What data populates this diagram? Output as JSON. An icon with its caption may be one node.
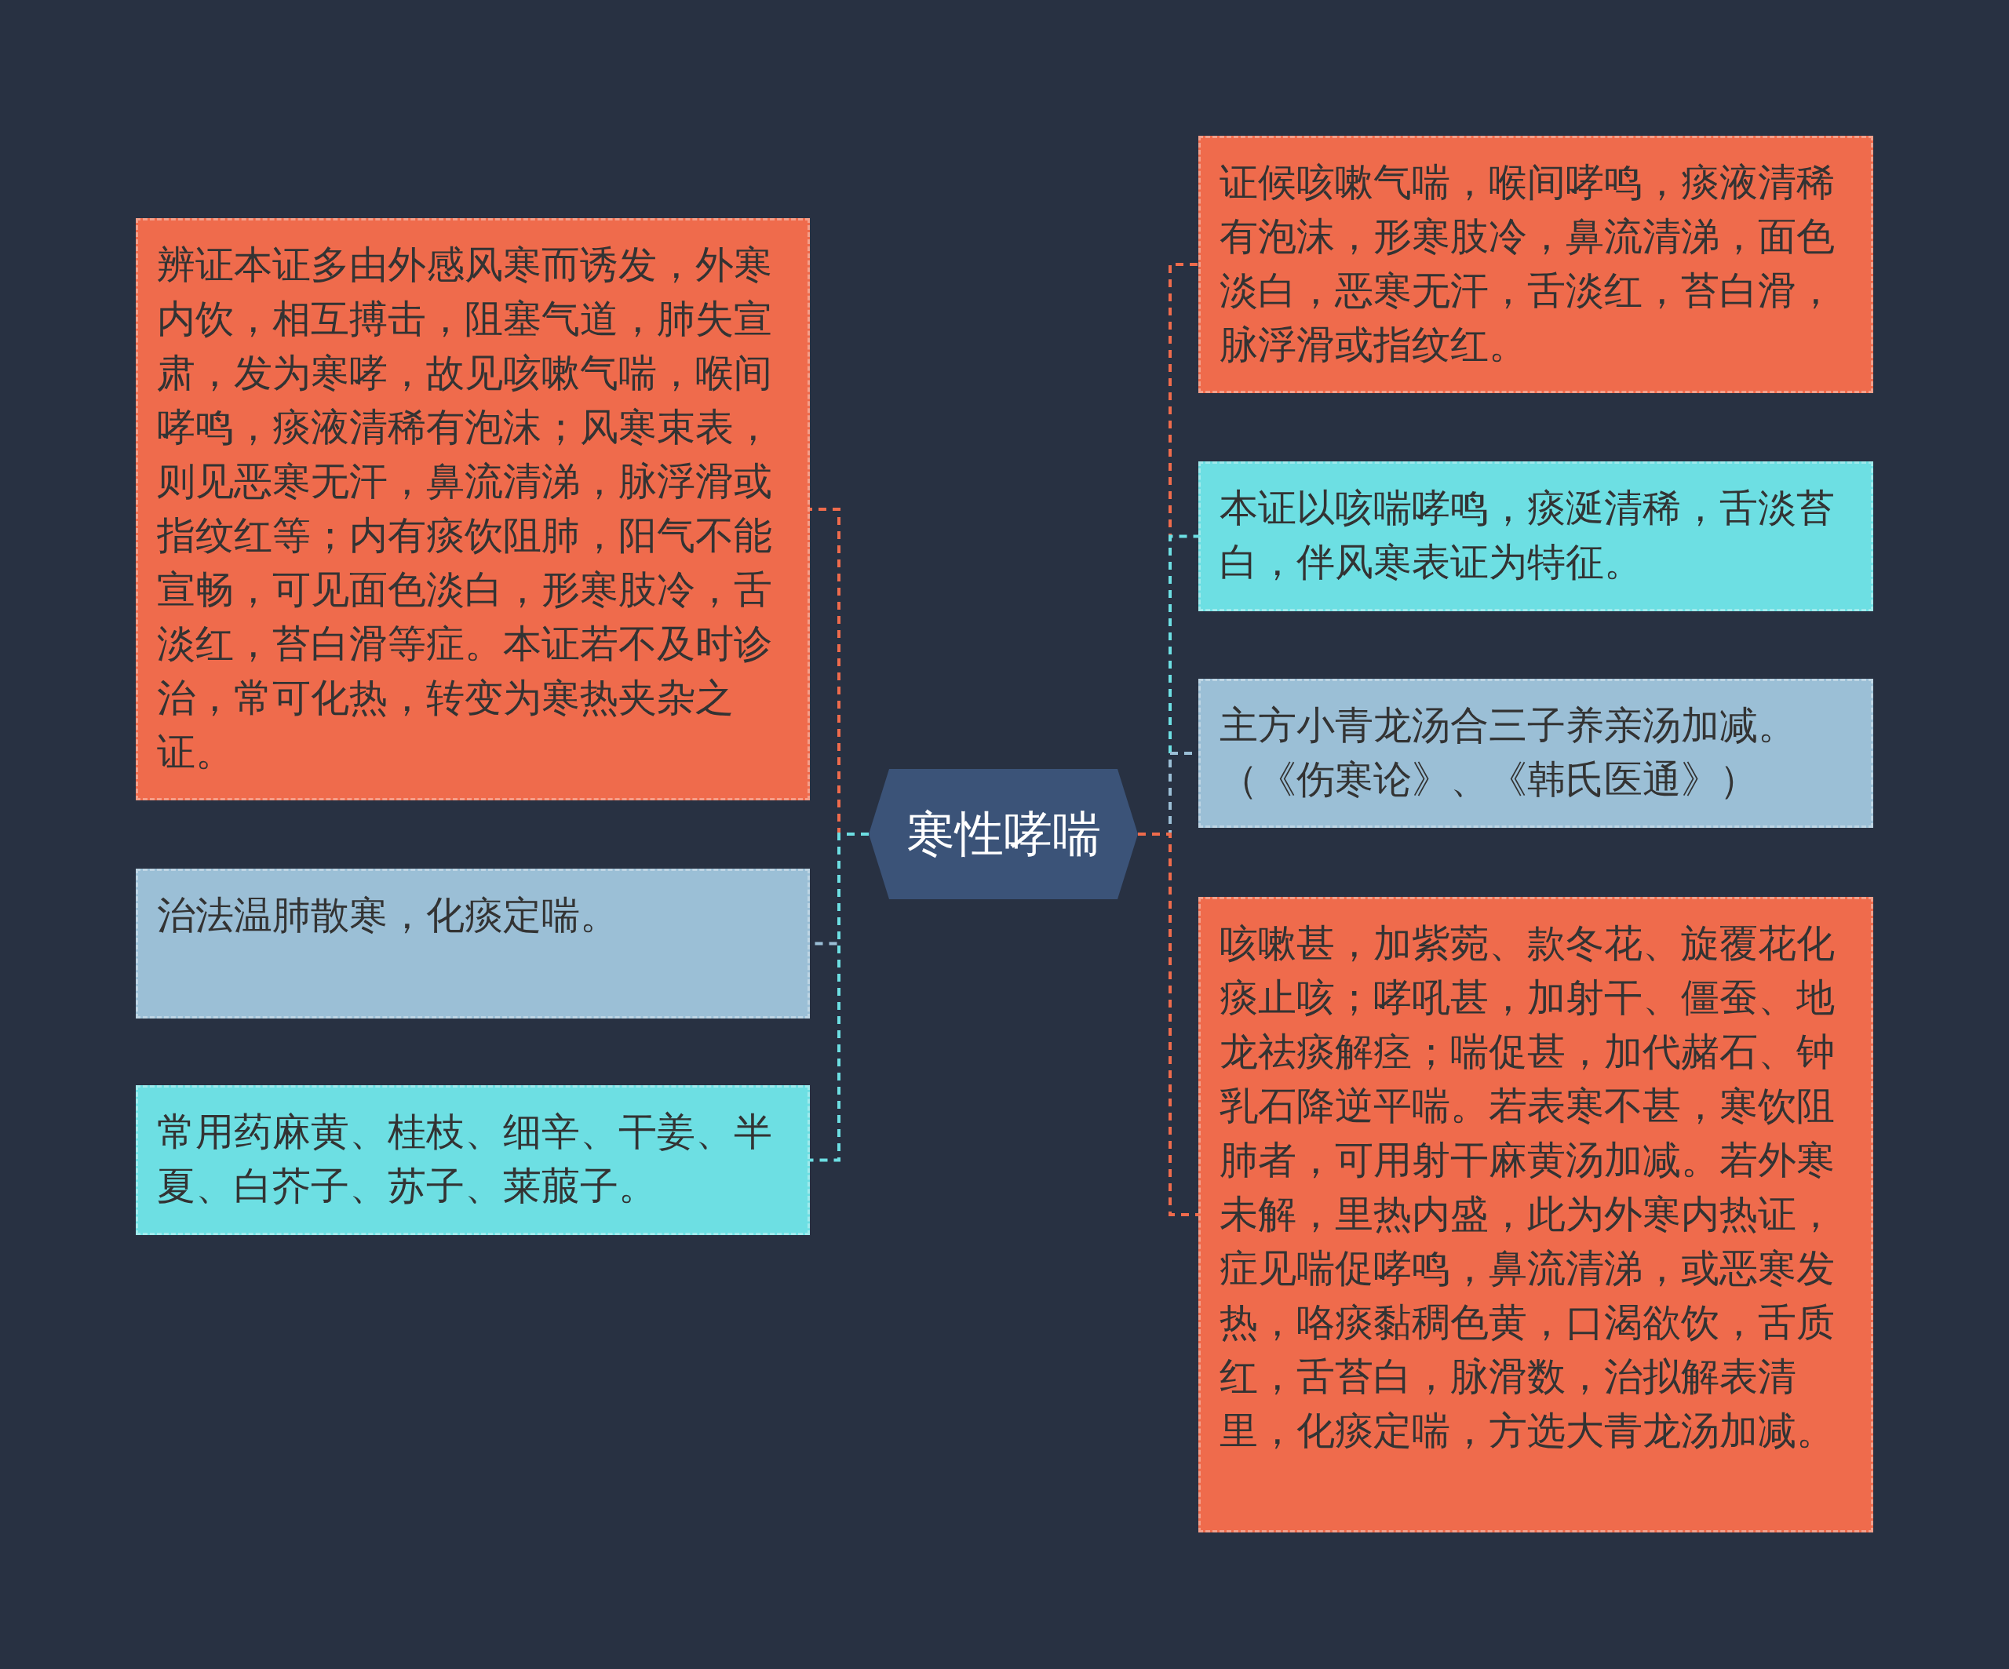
{
  "diagram": {
    "nodes": [
      {
        "text": [
          "寒性哮喘"
        ]
      },
      {
        "text": [
          "辨证本证多由外感风寒而诱发，外寒内饮，相互搏击，阻塞气道，肺失宣肃，发为寒哮，故见咳嗽气喘，喉间哮鸣，痰液清稀有泡沫；风寒束表，则见恶寒无汗，鼻流清涕，脉浮滑或指纹红等；内有痰饮阻肺，阳气不能宣畅，可见面色淡白，形寒肢冷，舌淡红，苔白滑等症。本证若不及时诊治，常可化热，转变为寒热夹杂之证。"
        ]
      },
      {
        "text": [
          "治法温肺散寒，化痰定喘。"
        ]
      },
      {
        "text": [
          "常用药麻黄、桂枝、细辛、干姜、半夏、白芥子、苏子、莱菔子。"
        ]
      },
      {
        "text": [
          "证候咳嗽气喘，喉间哮鸣，痰液清稀有泡沫，形寒肢冷，鼻流清涕，面色淡白，恶寒无汗，舌淡红，苔白滑，脉浮滑或指纹红。"
        ]
      },
      {
        "text": [
          "本证以咳喘哮鸣，痰涎清稀，舌淡苔白，伴风寒表证为特征。"
        ]
      },
      {
        "text": [
          "主方小青龙汤合三子养亲汤加减。（《伤寒论》、《韩氏医通》）"
        ]
      },
      {
        "text": [
          "咳嗽甚，加紫菀、款冬花、旋覆花化痰止咳；哮吼甚，加射干、僵蚕、地龙祛痰解痉；喘促甚，加代赭石、钟乳石降逆平喘。若表寒不甚，寒饮阻肺者，可用射干麻黄汤加减。若外寒未解，里热内盛，此为外寒内热证，症见喘促哮鸣，鼻流清涕，或恶寒发热，咯痰黏稠色黄，口渴欲饮，舌质红，舌苔白，脉滑数，治拟解表清里，化痰定喘，方选大青龙汤加减。"
        ]
      }
    ],
    "edges": [
      {
        "from": 0,
        "to": 1,
        "arrow": "none",
        "style": "dashed"
      },
      {
        "from": 0,
        "to": 2,
        "arrow": "none",
        "style": "dashed",
        "color": "#9bbfd6"
      },
      {
        "from": 0,
        "to": 3,
        "arrow": "none",
        "style": "dashed",
        "color": "#6ddfe3"
      },
      {
        "from": 0,
        "to": 4,
        "arrow": "none",
        "style": "dashed"
      },
      {
        "from": 0,
        "to": 5,
        "arrow": "none",
        "style": "dashed",
        "color": "#6ddfe3"
      },
      {
        "from": 0,
        "to": 6,
        "arrow": "none",
        "style": "dashed",
        "color": "#9bbfd6"
      },
      {
        "from": 0,
        "to": 7,
        "arrow": "none",
        "style": "dashed"
      }
    ]
  }
}
